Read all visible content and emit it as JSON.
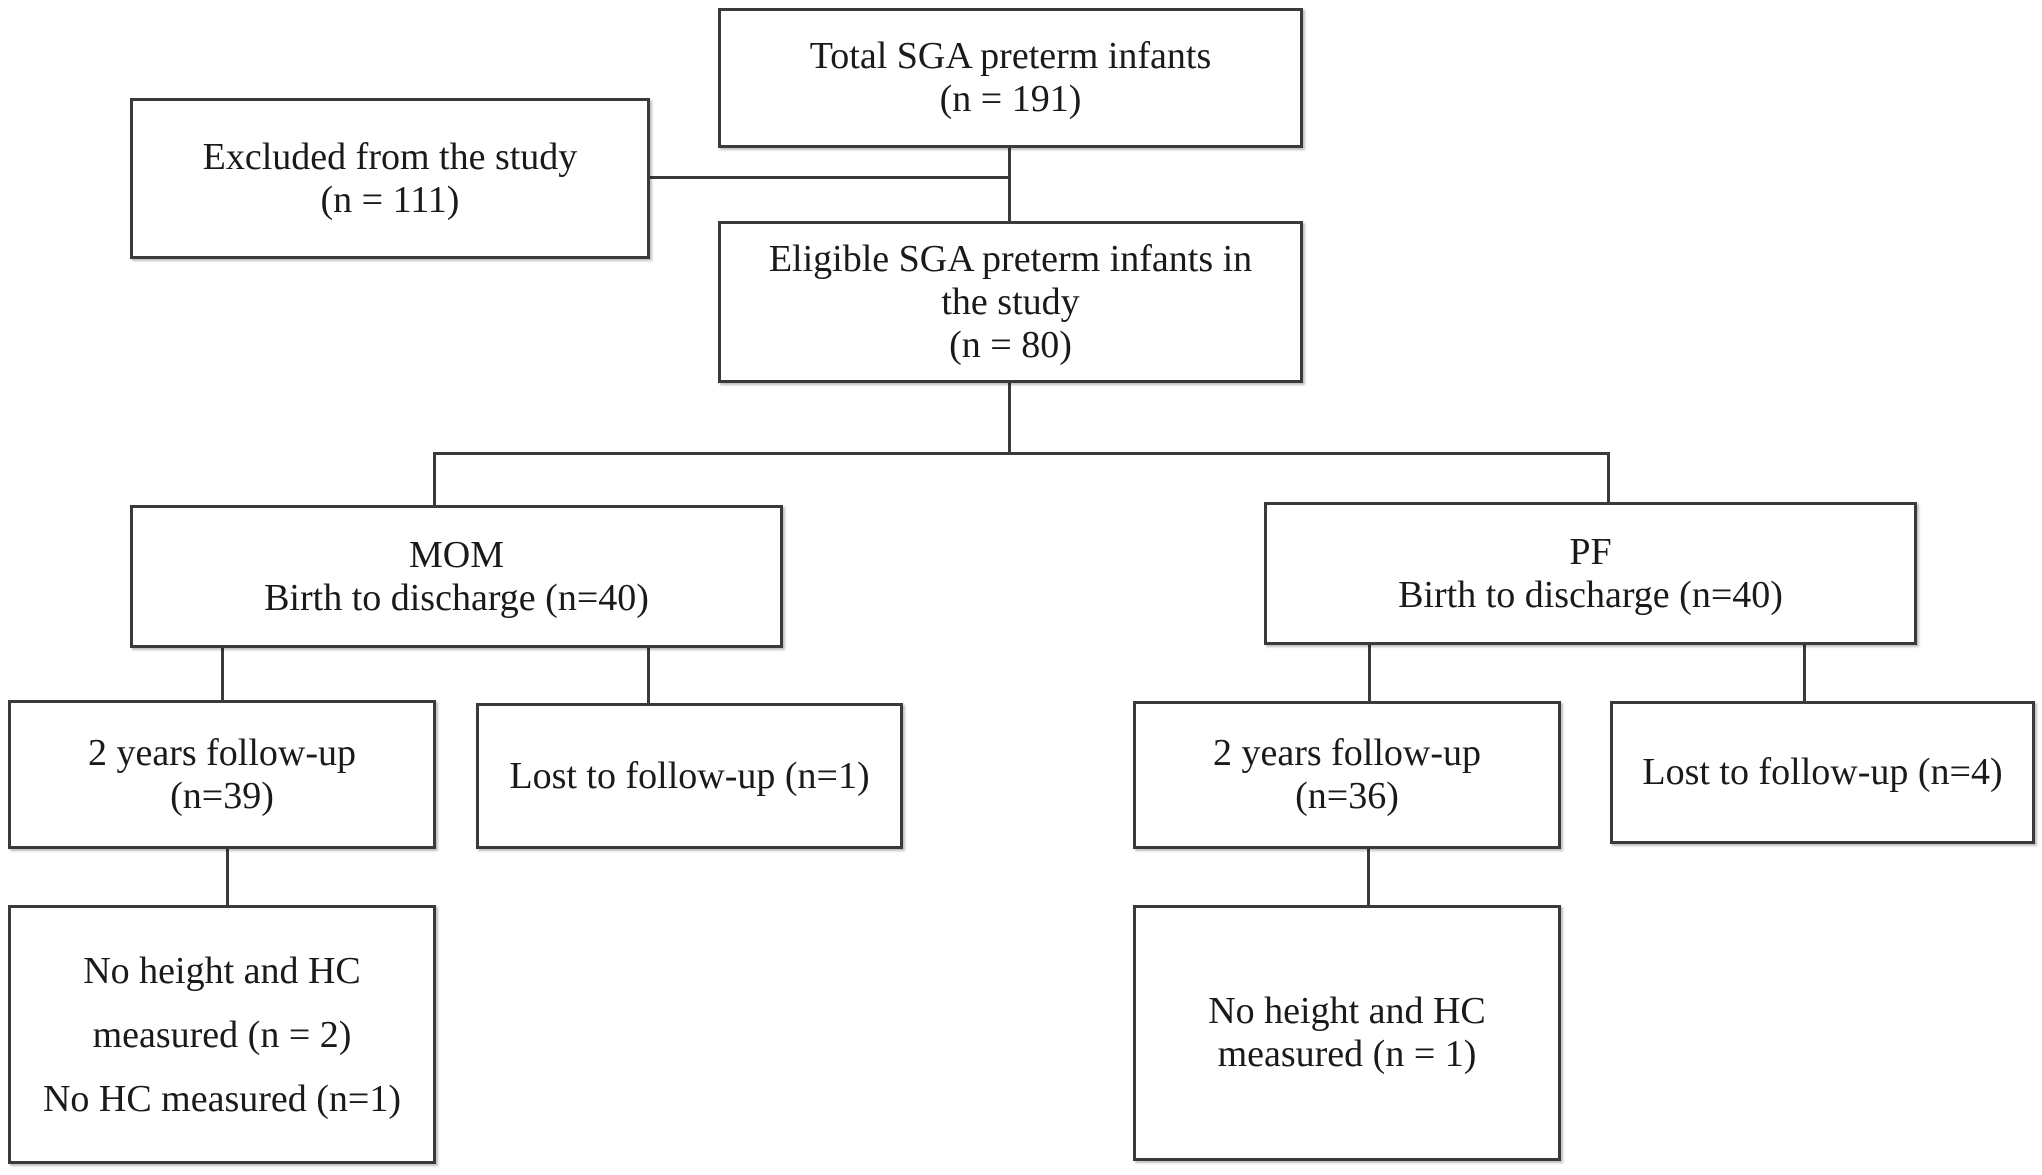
{
  "flowchart": {
    "total": {
      "line1": "Total SGA preterm infants",
      "line2": "(n = 191)"
    },
    "excluded": {
      "line1": "Excluded from the study",
      "line2": "(n = 111)"
    },
    "eligible": {
      "line1": "Eligible SGA preterm infants in",
      "line2": "the study",
      "line3": "(n = 80)"
    },
    "mom": {
      "line1": "MOM",
      "line2": "Birth to discharge (n=40)"
    },
    "pf": {
      "line1": "PF",
      "line2": "Birth to discharge (n=40)"
    },
    "mom_followup": {
      "line1": "2 years follow-up",
      "line2": "(n=39)"
    },
    "mom_lost": {
      "line1": "Lost to follow-up (n=1)"
    },
    "pf_followup": {
      "line1": "2 years follow-up",
      "line2": "(n=36)"
    },
    "pf_lost": {
      "line1": "Lost to follow-up (n=4)"
    },
    "mom_measured": {
      "line1": "No height and HC",
      "line2": "measured (n = 2)",
      "line3": "No HC measured (n=1)"
    },
    "pf_measured": {
      "line1": "No height and HC",
      "line2": "measured (n = 1)"
    }
  }
}
